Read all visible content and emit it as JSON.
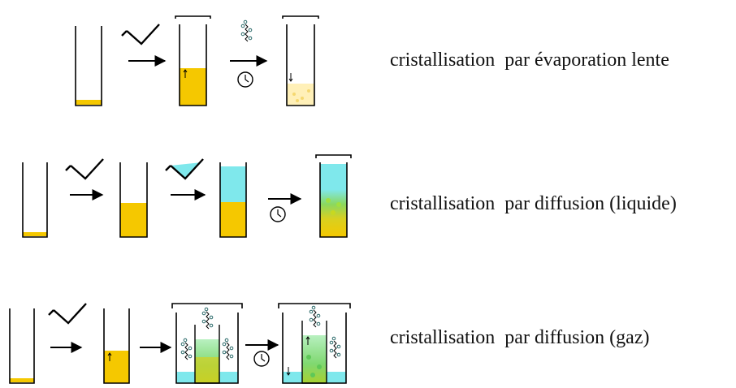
{
  "rows": [
    {
      "label": "cristallisation  par évaporation lente"
    },
    {
      "label": "cristallisation  par diffusion (liquide)"
    },
    {
      "label": "cristallisation  par diffusion (gaz)"
    }
  ],
  "colors": {
    "solution": "#f5c800",
    "solution_light": "#fff0b8",
    "solvent": "#7fe8ec",
    "mixed": "#7fd870",
    "glass": "#000000"
  },
  "icons": [
    "beaker-icon",
    "funnel-icon",
    "arrow-icon",
    "clock-icon",
    "crystal-icon"
  ]
}
